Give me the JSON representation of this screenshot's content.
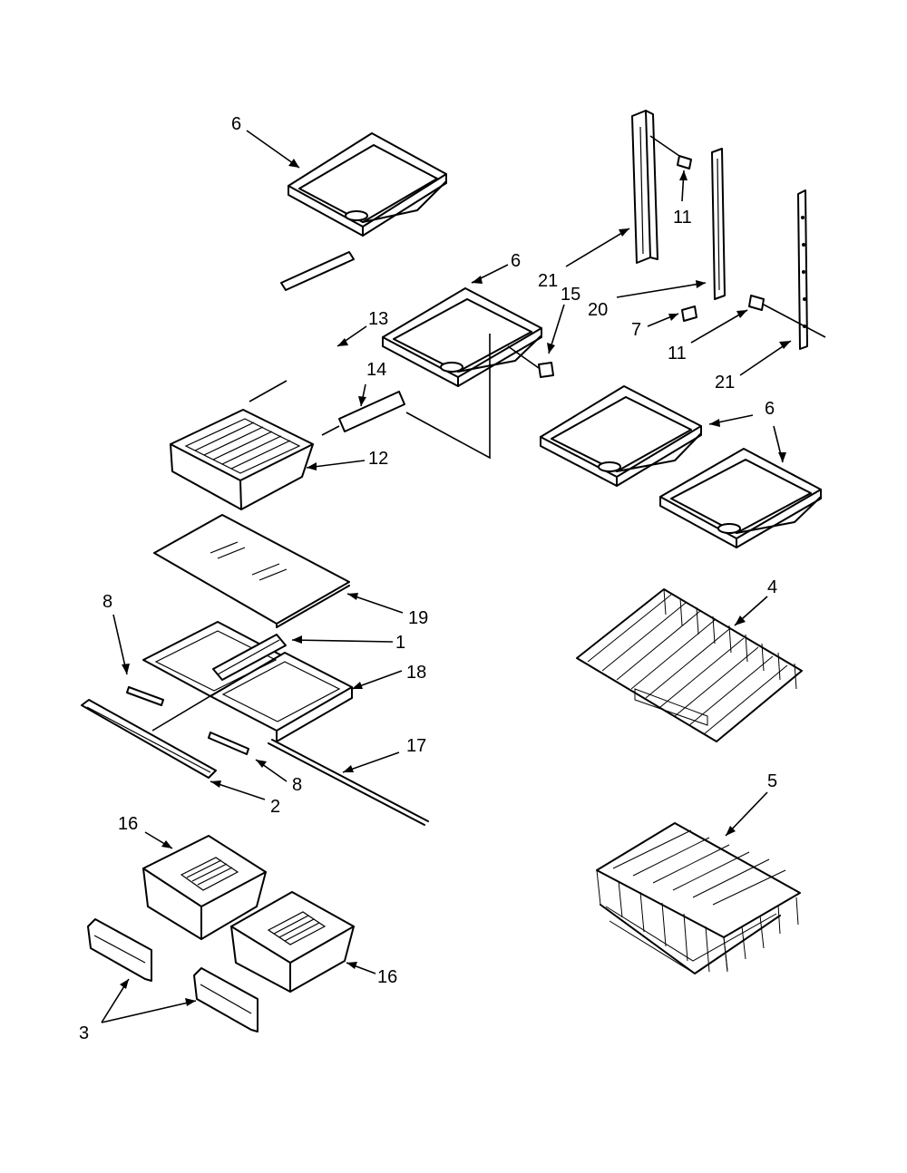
{
  "callouts": [
    {
      "id": "shelf-top",
      "text": "6"
    },
    {
      "id": "shelf-mid",
      "text": "6"
    },
    {
      "id": "shelf-right-a",
      "text": "6"
    },
    {
      "id": "rail-13",
      "text": "13"
    },
    {
      "id": "rail-14",
      "text": "14"
    },
    {
      "id": "screw-15",
      "text": "15"
    },
    {
      "id": "drawer-12",
      "text": "12"
    },
    {
      "id": "glass-19",
      "text": "19"
    },
    {
      "id": "cover-1",
      "text": "1"
    },
    {
      "id": "frame-18",
      "text": "18"
    },
    {
      "id": "slide-8a",
      "text": "8"
    },
    {
      "id": "slide-8b",
      "text": "8"
    },
    {
      "id": "trim-2",
      "text": "2"
    },
    {
      "id": "rod-17",
      "text": "17"
    },
    {
      "id": "crisper-16a",
      "text": "16"
    },
    {
      "id": "crisper-16b",
      "text": "16"
    },
    {
      "id": "rails-3",
      "text": "3"
    },
    {
      "id": "wire-shelf-4",
      "text": "4"
    },
    {
      "id": "wire-basket-5",
      "text": "5"
    },
    {
      "id": "screw-11a",
      "text": "11"
    },
    {
      "id": "screw-11b",
      "text": "11"
    },
    {
      "id": "ladder-21a",
      "text": "21"
    },
    {
      "id": "ladder-20",
      "text": "20"
    },
    {
      "id": "screw-7",
      "text": "7"
    },
    {
      "id": "ladder-21b",
      "text": "21"
    }
  ]
}
